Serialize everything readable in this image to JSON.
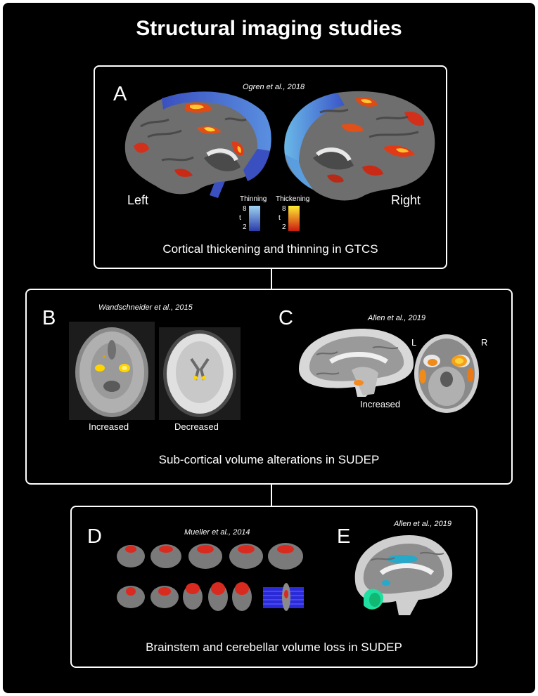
{
  "title": "Structural imaging studies",
  "panel_top": {
    "letter": "A",
    "citation": "Ogren et al., 2018",
    "left_label": "Left",
    "right_label": "Right",
    "legend": {
      "thinning_label": "Thinning",
      "thickening_label": "Thickening",
      "max": "8",
      "axis": "t",
      "min": "2",
      "thinning_colors": [
        "#9fd3f2",
        "#2a3ca8"
      ],
      "thickening_colors": [
        "#ffee33",
        "#cc1a10"
      ]
    },
    "caption": "Cortical thickening and thinning in GTCS"
  },
  "panel_middle": {
    "letter_b": "B",
    "citation_b": "Wandschneider et al., 2015",
    "label_increased_b": "Increased",
    "label_decreased_b": "Decreased",
    "letter_c": "C",
    "citation_c": "Allen et al., 2019",
    "label_increased_c": "Increased",
    "label_l": "L",
    "label_r": "R",
    "caption": "Sub-cortical volume alterations in SUDEP"
  },
  "panel_bottom": {
    "letter_d": "D",
    "citation_d": "Mueller et al., 2014",
    "letter_e": "E",
    "citation_e": "Allen et al., 2019",
    "caption": "Brainstem and cerebellar volume loss in SUDEP"
  },
  "colors": {
    "background": "#000000",
    "text": "#ffffff",
    "thickening": "#e53a12",
    "thinning": "#3a55c8",
    "increase": "#f5a623",
    "loss_red": "#d92a20",
    "loss_cyan": "#27a9c9",
    "loss_green": "#1fe0a0"
  }
}
